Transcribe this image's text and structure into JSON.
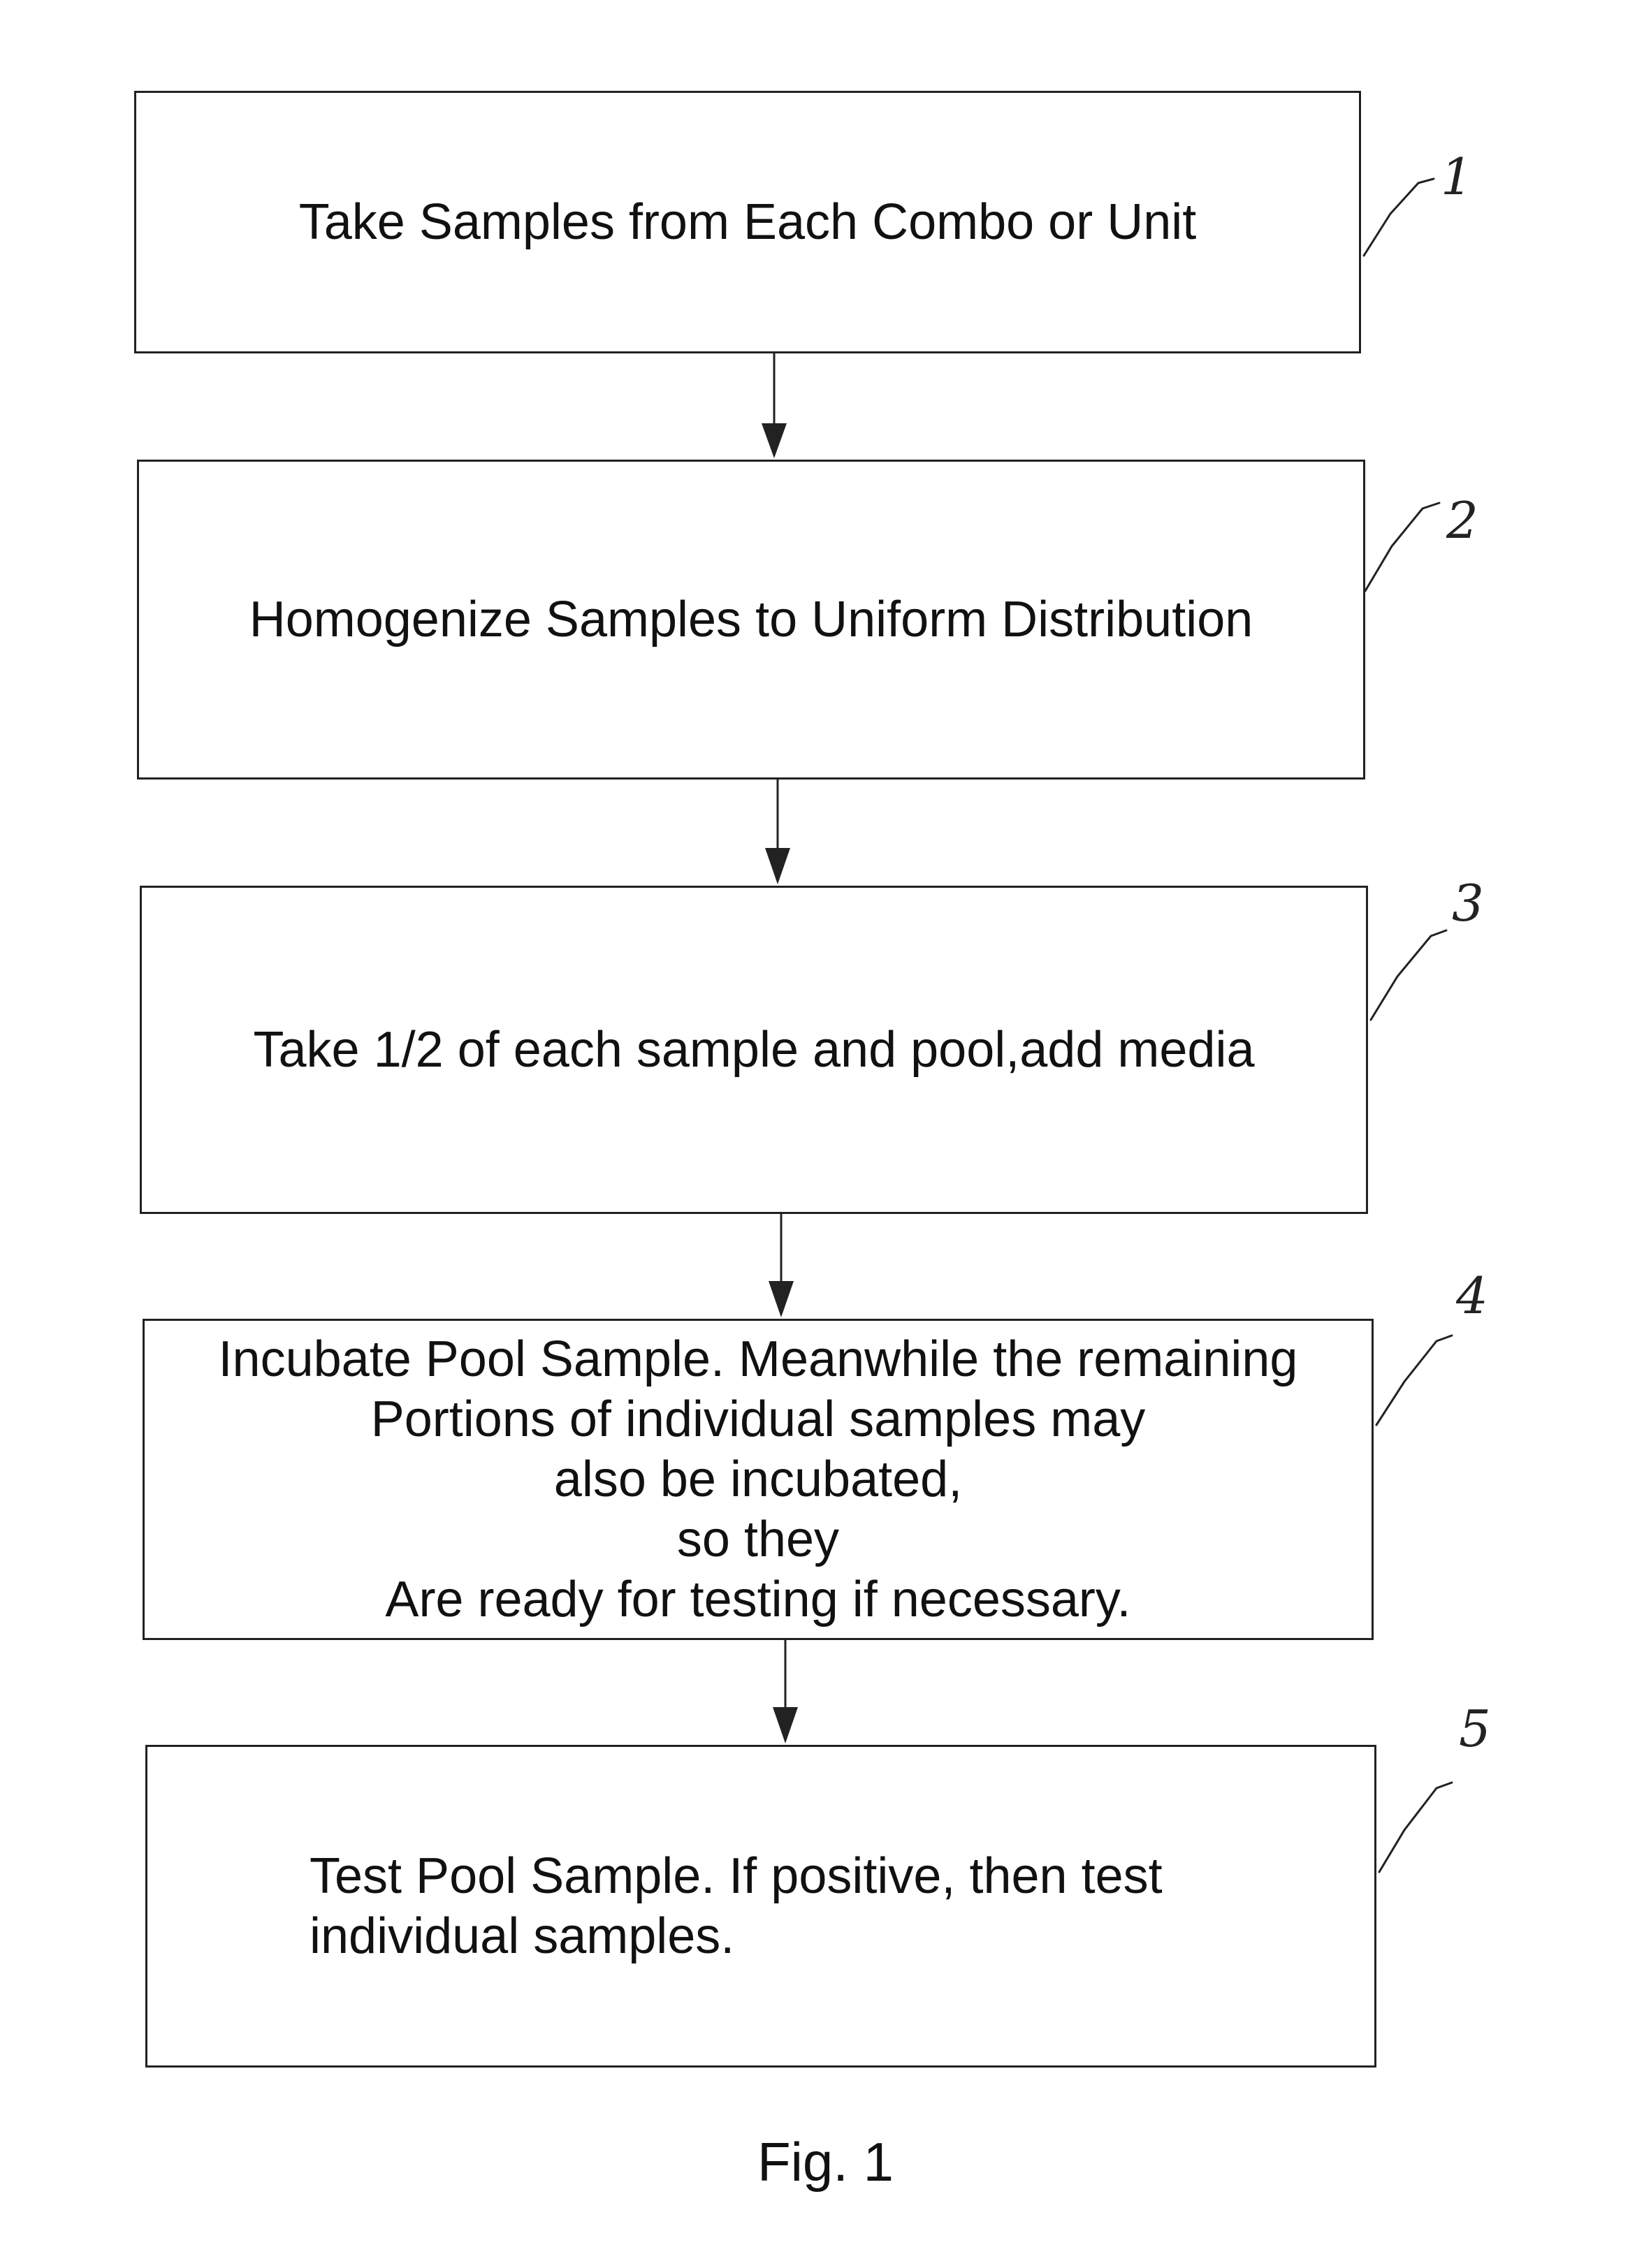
{
  "steps": [
    {
      "ref": "1",
      "lines": [
        "Take Samples from Each Combo or Unit"
      ]
    },
    {
      "ref": "2",
      "lines": [
        "Homogenize Samples to Uniform Distribution"
      ]
    },
    {
      "ref": "3",
      "lines": [
        "Take 1/2 of each sample and pool,add media"
      ]
    },
    {
      "ref": "4",
      "lines": [
        "Incubate Pool Sample. Meanwhile the remaining",
        "Portions of individual samples may",
        "also be incubated,",
        "so they",
        "Are ready for testing if necessary."
      ]
    },
    {
      "ref": "5",
      "lines": [
        "Test Pool Sample.  If positive, then test",
        "individual samples."
      ]
    }
  ],
  "caption": "Fig. 1"
}
